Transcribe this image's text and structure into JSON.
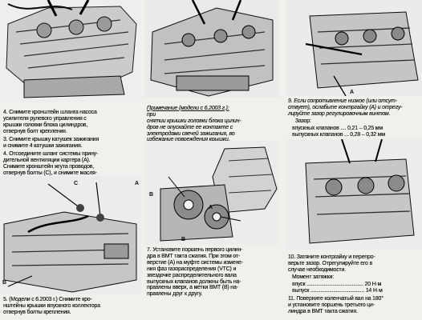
{
  "left_column": {
    "step4_text": "4. Снимите кронштейн шланга насоса\nусилителя рулевого управления с\nкрышки головки блока цилиндров,\nотвернув болт крепления.",
    "step3_text": "3. Снимите крышку катушек зажигания\nи снимите 4 катушки зажигания.",
    "step4b_text": "4. Отсоедините шланг системы прину-\nдительной вентиляции картера (A).\nСнимите кронштейн жгута проводов,\nотвернув болты (C), и снимите масля-\nный щуп (B).",
    "step5_text": "5. (Модели с 6.2003 г.) Снимите кро-\nнштейны крышки впускного коллектора\nотвернув болты крепления.",
    "fig_labels": [
      "C",
      "A",
      "B"
    ]
  },
  "middle_column": {
    "note_label": "Примечание (модели с 6.2003 г.):",
    "note_text": "при\nснятии крышки головки блока цилин-\nдров не опускайте ее контакте с\nэлектродами свечей зажигания, во\nизбежание повреждения крышки.",
    "step7_text": "7. Установите поршень первого цилин-\nдра в ВМТ такта сжатия. При этом от-\nверстие (A) на муфте системы измене-\nния фаз газораспределения (VTC) и\nзвездочке распределительного вала\nвыпускных клапанов должны быть на-\nправлены вверх, а метки ВМТ (B) на-\nправлены друг к другу.",
    "fig_labels": [
      "A",
      "B",
      "B"
    ]
  },
  "right_column": {
    "step9_text": "9. Если сопротивление низкое (или отсут-\nствует), ослабьте контргайку (A) и отрегу-\nлируйте зазор регулировочным винтом.",
    "clearance_title": "Зазор:",
    "intake_row": "впускных клапанов .... 0,21 – 0,25 мм",
    "exhaust_row": "выпускных клапанов ... 0,28 – 0,32 мм",
    "step10_text": "10. Затяните контргайку и перепро-\nверьте зазор. Отрегулируйте его в\nслучае необходимости.",
    "torque_title": "Момент затяжки:",
    "torque_intake": "впуск ........................................ 20 Н·м",
    "torque_exhaust": "выпуск ...................................... 14 Н·м",
    "step11_text": "11. Поверните коленчатый вал на 180°\nи установите поршень третьего ци-\nлиндра в ВМТ такта сжатия.",
    "fig_labels": [
      "A"
    ]
  }
}
